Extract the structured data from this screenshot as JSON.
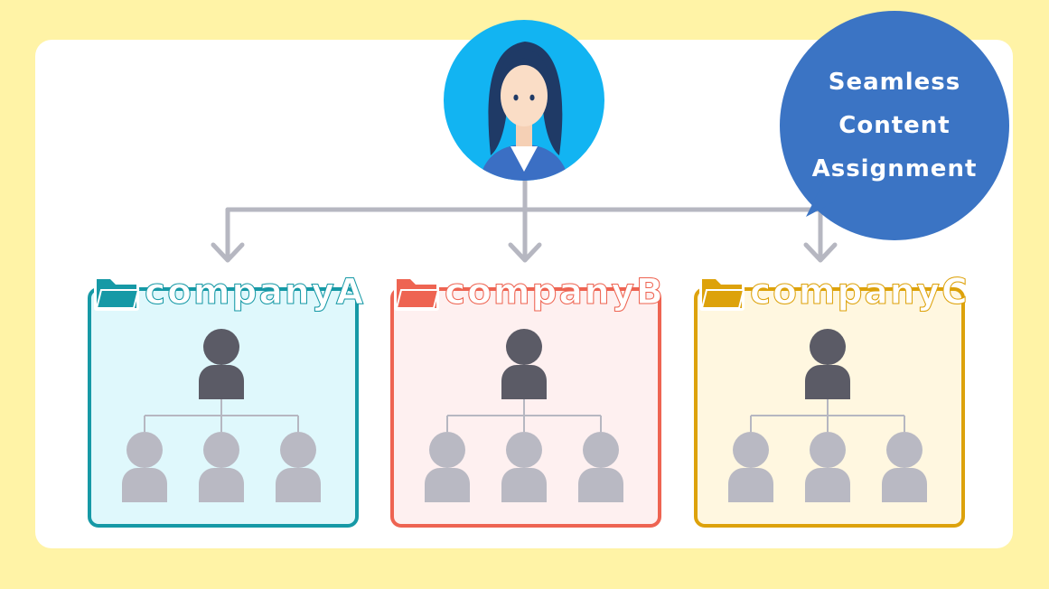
{
  "bubble": {
    "lines": [
      "Seamless",
      "Content",
      "Assignment"
    ],
    "color": "#3B74C4"
  },
  "companies": [
    {
      "label": "companyA",
      "color": "#1699A6",
      "fill": "#DFF8FC"
    },
    {
      "label": "companyB",
      "color": "#EE6452",
      "fill": "#FEF0F0"
    },
    {
      "label": "companyC",
      "color": "#DDA20B",
      "fill": "#FFF7E0"
    }
  ],
  "colors": {
    "background": "#FFF3A6",
    "panel": "#FFFFFF",
    "connector": "#B6B7C1",
    "avatar_bg": "#12B4F2",
    "manager_icon": "#5B5B66",
    "member_icon": "#B9B9C3"
  },
  "icons": [
    "woman-avatar-icon",
    "folder-icon",
    "manager-person-icon",
    "member-person-icon",
    "arrow-down-icon",
    "speech-bubble-icon"
  ]
}
